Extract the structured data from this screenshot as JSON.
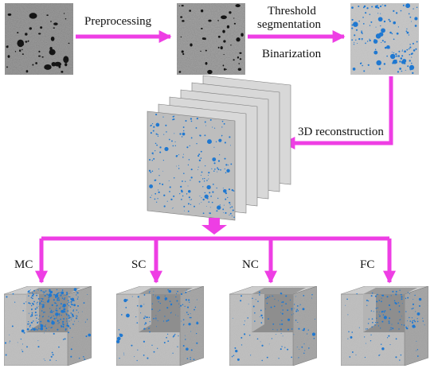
{
  "steps": {
    "preprocessing": "Preprocessing",
    "threshold_line1": "Threshold",
    "threshold_line2": "segmentation",
    "binarization": "Binarization",
    "reconstruction": "3D reconstruction"
  },
  "samples": [
    {
      "label": "MC",
      "pore_density": 1.0
    },
    {
      "label": "SC",
      "pore_density": 0.3
    },
    {
      "label": "NC",
      "pore_density": 0.22
    },
    {
      "label": "FC",
      "pore_density": 0.32
    }
  ],
  "colors": {
    "arrow": "#ee3ee4",
    "pore": "#1f78d1",
    "concrete": "#c5c5c5",
    "ct_background": "#9d9d9d"
  }
}
